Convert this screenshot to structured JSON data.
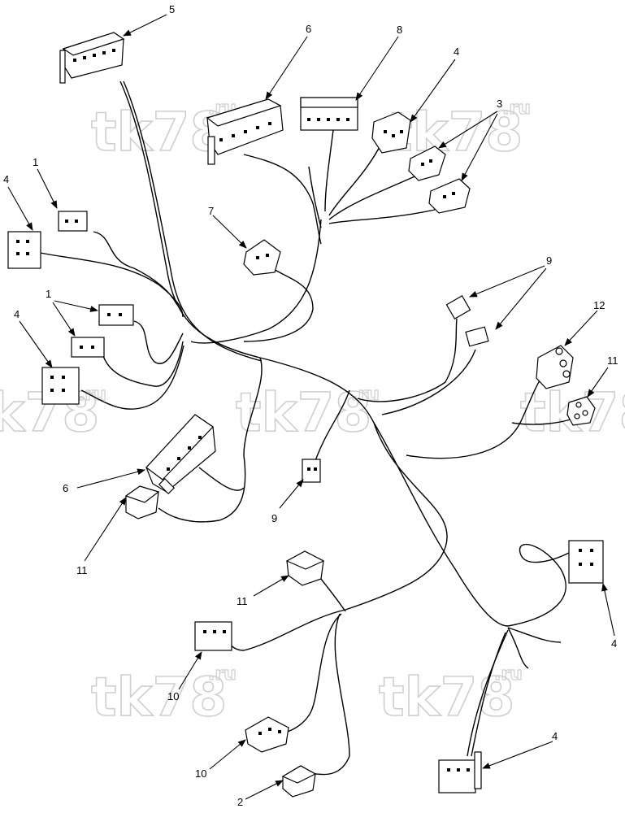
{
  "watermark": {
    "main": "tk78",
    "sup": ".ru"
  },
  "callouts": {
    "c5": "5",
    "c6a": "6",
    "c8": "8",
    "c4a": "4",
    "c3": "3",
    "c1a": "1",
    "c4b": "4",
    "c7": "7",
    "c1b": "1",
    "c4c": "4",
    "c9a": "9",
    "c12": "12",
    "c11a": "11",
    "c6b": "6",
    "c9b": "9",
    "c11b": "11",
    "c11c": "11",
    "c10a": "10",
    "c10b": "10",
    "c4d": "4",
    "c4e": "4",
    "c2": "2"
  }
}
